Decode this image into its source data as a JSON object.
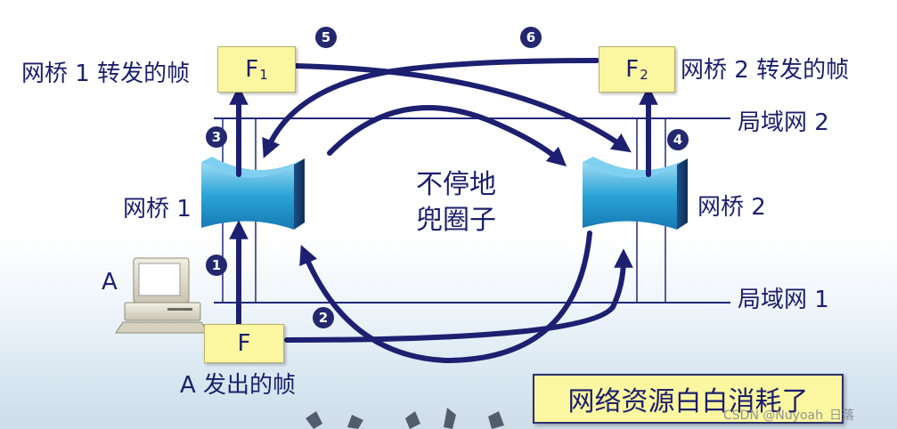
{
  "bridges": {
    "bridge1_label": "网桥 1",
    "bridge2_label": "网桥 2"
  },
  "lans": {
    "lan1_label": "局域网 1",
    "lan2_label": "局域网 2"
  },
  "frames": {
    "f_label": "F",
    "f1_main": "F",
    "f1_sub": "1",
    "f2_main": "F",
    "f2_sub": "2",
    "f1_caption": "网桥 1 转发的帧",
    "f2_caption": "网桥 2 转发的帧",
    "a_caption": "A 发出的帧"
  },
  "host": {
    "label": "A"
  },
  "center_text": {
    "line1": "不停地",
    "line2": "兜圈子"
  },
  "callout": "网络资源白白消耗了",
  "steps": [
    "1",
    "2",
    "3",
    "4",
    "5",
    "6"
  ],
  "watermark": "CSDN @Nuyoah_日落",
  "colors": {
    "arrow": "#1d2070",
    "line": "#23287a",
    "box": "#fbf6a0",
    "bridge": "#2aa3d6"
  }
}
